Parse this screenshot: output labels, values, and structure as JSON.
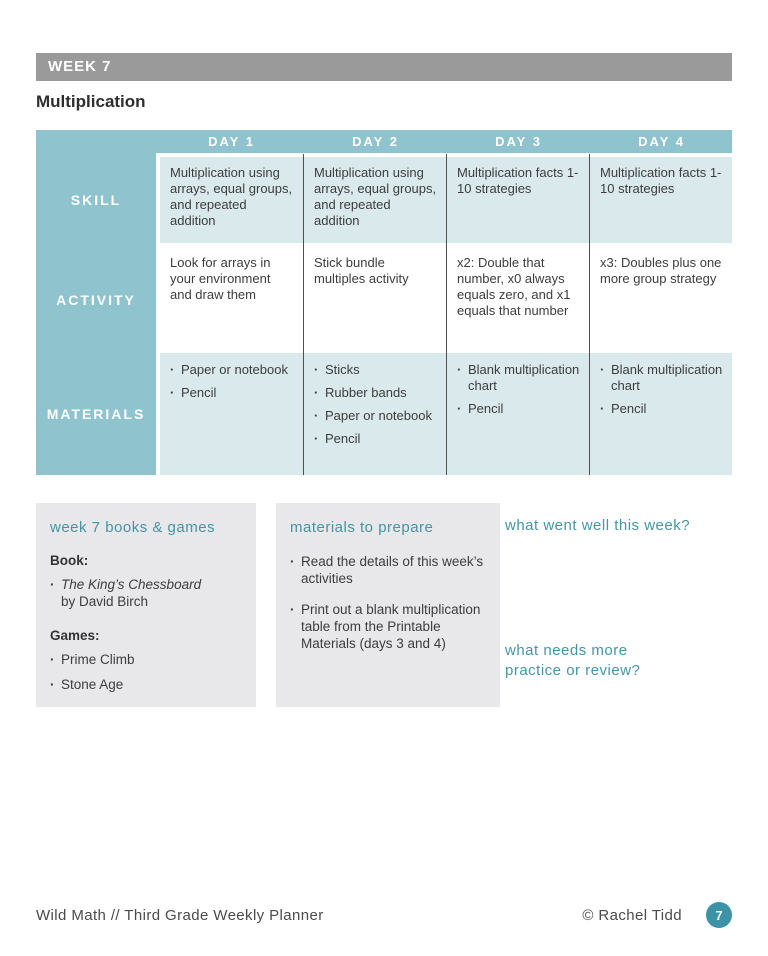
{
  "page": {
    "week_label": "WEEK 7",
    "title": "Multiplication",
    "footer_left": "Wild Math // Third Grade Weekly Planner",
    "footer_copyright": "© Rachel Tidd",
    "page_number": "7"
  },
  "colors": {
    "header_teal": "#8fc3cd",
    "cell_blue": "#d9e9ec",
    "gray_bar": "#9a9a9a",
    "accent_teal": "#4495a6",
    "badge_teal": "#3b93a5",
    "box_gray": "#e8e7ea"
  },
  "table": {
    "day_headers": [
      "DAY 1",
      "DAY 2",
      "DAY 3",
      "DAY 4"
    ],
    "row_labels": [
      "SKILL",
      "ACTIVITY",
      "MATERIALS"
    ],
    "skill": [
      "Multiplication using arrays, equal groups, and repeated addition",
      "Multiplication using arrays, equal groups, and repeated addition",
      "Multiplication facts 1-10 strategies",
      "Multiplication facts 1-10 strategies"
    ],
    "activity": [
      "Look for arrays in your environment and draw them",
      "Stick bundle multiples activity",
      "x2: Double that number, x0 always equals zero, and x1 equals that number",
      "x3: Doubles plus one more group strategy"
    ],
    "materials": [
      [
        "Paper or notebook",
        "Pencil"
      ],
      [
        "Sticks",
        "Rubber bands",
        "Paper or notebook",
        "Pencil"
      ],
      [
        "Blank multiplication chart",
        "Pencil"
      ],
      [
        "Blank multiplication chart",
        "Pencil"
      ]
    ]
  },
  "books_games": {
    "heading": "week 7 books & games",
    "book_label": "Book:",
    "book_title": "The King’s Chessboard",
    "book_author": "by David Birch",
    "games_label": "Games:",
    "games": [
      "Prime Climb",
      "Stone Age"
    ]
  },
  "materials_prepare": {
    "heading": "materials to prepare",
    "items": [
      "Read the details of this week’s activities",
      "Print out a blank multiplication table from the Printable Materials (days 3 and 4)"
    ]
  },
  "reflection": {
    "question1": "what went well this week?",
    "question2": "what needs more practice or review?"
  }
}
